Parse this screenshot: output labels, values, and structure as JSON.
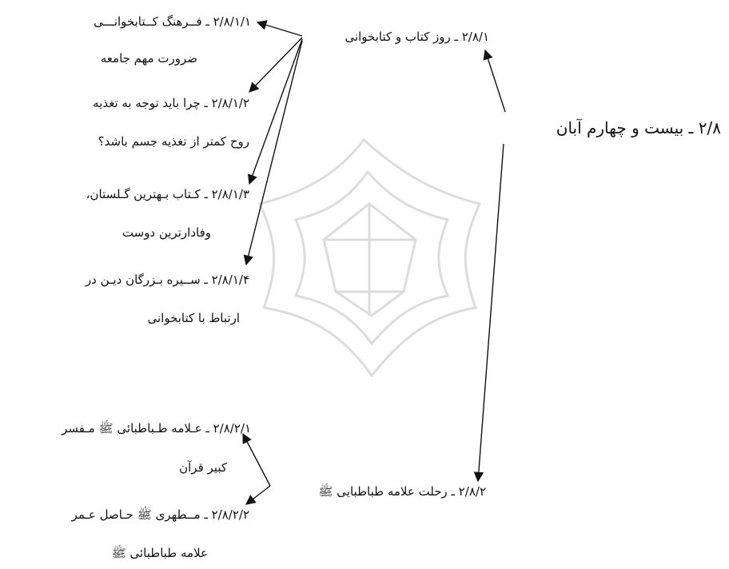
{
  "root": {
    "label": "۲/۸ ـ بیست و چهارم آبان"
  },
  "branches": [
    {
      "label": "۲/۸/۱ ـ روز کتاب و کتابخوانی",
      "children": [
        {
          "line1": "۲/۸/۱/۱ ـ فــرهنگ کــتابخوانـــی",
          "line2": "ضرورت مهم جامعه"
        },
        {
          "line1": "۲/۸/۱/۲ ـ چرا باید توجه به تغذیه",
          "line2": "روح کمتر از تغذیه جسم باشد؟"
        },
        {
          "line1": "۲/۸/۱/۳ ـ کـتاب بـهترین گـلستان،",
          "line2": "وفادارترین دوست"
        },
        {
          "line1": "۲/۸/۱/۴ ـ ســیره بـزرگان دیـن در",
          "line2": "ارتباط با کتابخوانی"
        }
      ]
    },
    {
      "label": "۲/۸/۲ ـ رحلت علامه طباطبایی ﷺ",
      "children": [
        {
          "line1": "۲/۸/۲/۱ ـ عـلامه طـباطبائی ﷺ مـفسر",
          "line2": "کبیر قرآن"
        },
        {
          "line1": "۲/۸/۲/۲ ـ مــطهری ﷺ حـاصل عـمر",
          "line2": "علامه طباطبائی ﷺ"
        }
      ]
    }
  ],
  "colors": {
    "ink": "#111111",
    "watermark": "#c9c9c9"
  }
}
